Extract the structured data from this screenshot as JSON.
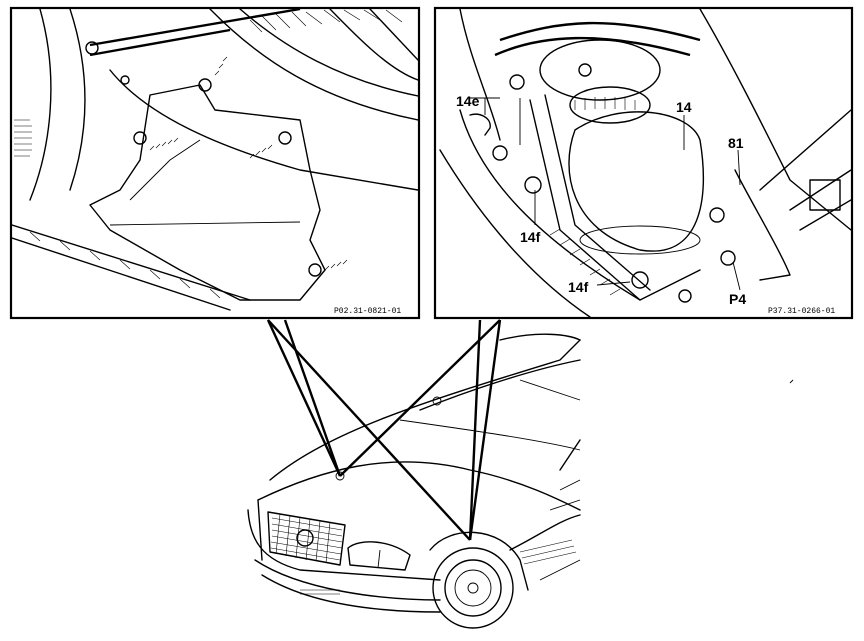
{
  "panels": {
    "left": {
      "code": "P02.31-0821-01"
    },
    "right": {
      "code": "P37.31-0266-01",
      "labels": {
        "p14e": "14e",
        "p14": "14",
        "p81": "81",
        "p14f_upper": "14f",
        "p14f_lower": "14f",
        "pP4": "P4"
      }
    }
  },
  "colors": {
    "ink": "#000000",
    "paper": "#ffffff"
  }
}
